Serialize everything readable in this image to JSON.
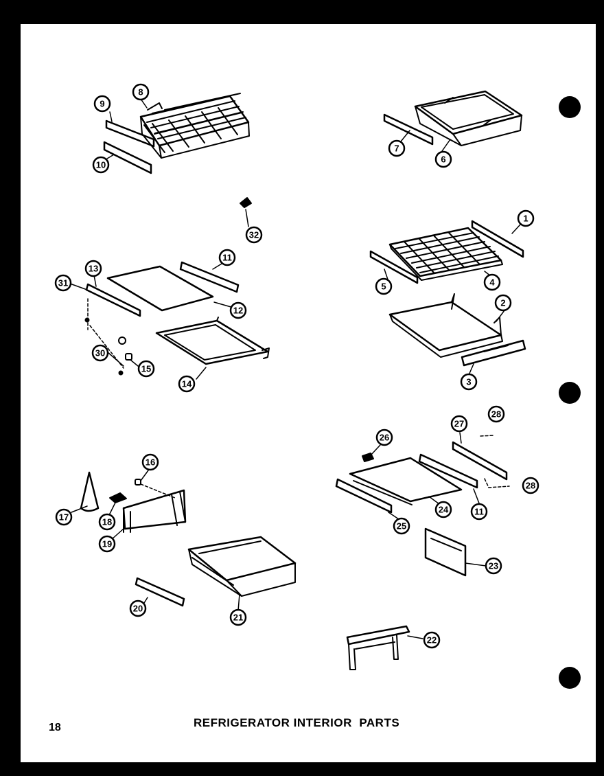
{
  "page": {
    "title": "REFRIGERATOR INTERIOR  PARTS",
    "page_number": "18"
  },
  "callouts": [
    {
      "id": "8a",
      "label": "8"
    },
    {
      "id": "9",
      "label": "9"
    },
    {
      "id": "10",
      "label": "10"
    },
    {
      "id": "7",
      "label": "7"
    },
    {
      "id": "6",
      "label": "6"
    },
    {
      "id": "32",
      "label": "32"
    },
    {
      "id": "1",
      "label": "1"
    },
    {
      "id": "11a",
      "label": "11"
    },
    {
      "id": "13",
      "label": "13"
    },
    {
      "id": "31",
      "label": "31"
    },
    {
      "id": "12",
      "label": "12"
    },
    {
      "id": "5",
      "label": "5"
    },
    {
      "id": "4",
      "label": "4"
    },
    {
      "id": "2",
      "label": "2"
    },
    {
      "id": "30",
      "label": "30"
    },
    {
      "id": "15",
      "label": "15"
    },
    {
      "id": "14",
      "label": "14"
    },
    {
      "id": "3",
      "label": "3"
    },
    {
      "id": "27",
      "label": "27"
    },
    {
      "id": "28a",
      "label": "28"
    },
    {
      "id": "26",
      "label": "26"
    },
    {
      "id": "16",
      "label": "16"
    },
    {
      "id": "28b",
      "label": "28"
    },
    {
      "id": "17",
      "label": "17"
    },
    {
      "id": "18",
      "label": "18"
    },
    {
      "id": "24",
      "label": "24"
    },
    {
      "id": "11b",
      "label": "11"
    },
    {
      "id": "25",
      "label": "25"
    },
    {
      "id": "19",
      "label": "19"
    },
    {
      "id": "23",
      "label": "23"
    },
    {
      "id": "20",
      "label": "20"
    },
    {
      "id": "21",
      "label": "21"
    },
    {
      "id": "22",
      "label": "22"
    }
  ]
}
